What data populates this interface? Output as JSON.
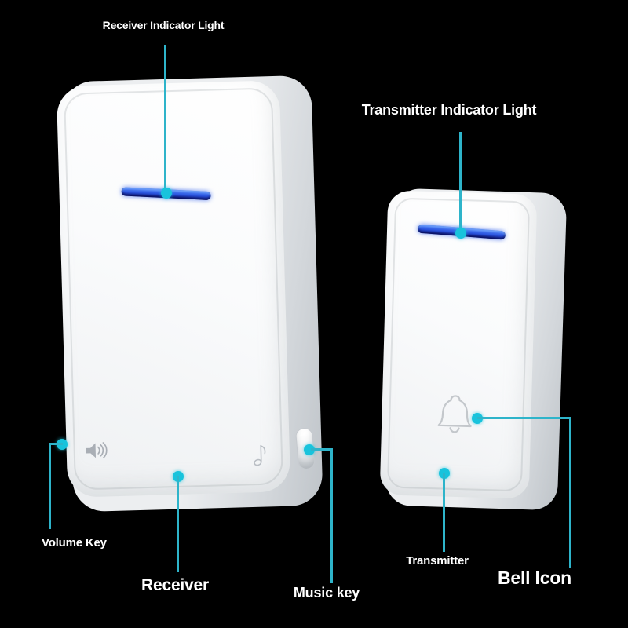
{
  "colors": {
    "background": "#000000",
    "callout_line": "#2eb4ca",
    "callout_dot": "#18c3dc",
    "led_blue": "#2b55e0",
    "led_highlight": "#4a7cf2",
    "label_text": "#ffffff"
  },
  "devices": {
    "receiver": {
      "name": "Receiver",
      "parts": [
        "blue-led-strip",
        "speaker-volume-icon",
        "music-note-icon",
        "music-side-button"
      ]
    },
    "transmitter": {
      "name": "Transmitter",
      "parts": [
        "blue-led-strip",
        "bell-outline-icon"
      ]
    }
  },
  "callouts": {
    "receiver_indicator": {
      "label": "Receiver Indicator Light"
    },
    "transmitter_indicator": {
      "label": "Transmitter Indicator Light"
    },
    "volume_key": {
      "label": "Volume Key"
    },
    "receiver": {
      "label": "Receiver"
    },
    "music_key": {
      "label": "Music key"
    },
    "transmitter": {
      "label": "Transmitter"
    },
    "bell_icon": {
      "label": "Bell Icon"
    }
  }
}
